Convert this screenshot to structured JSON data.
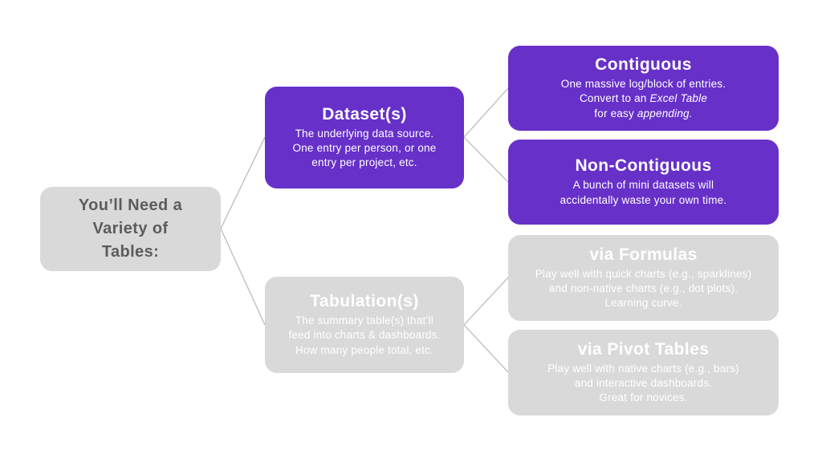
{
  "colors": {
    "accent_purple": "#6730c9",
    "node_gray": "#d9d9d9",
    "connector_gray": "#c4c4c4",
    "root_text_gray": "#5c5c5c"
  },
  "root": {
    "line1": "You’ll Need a",
    "line2": "Variety of",
    "line3": "Tables:"
  },
  "dataset": {
    "title": "Dataset(s)",
    "body1": "The underlying data source.",
    "body2": "One entry per person, or one",
    "body3": "entry per project, etc."
  },
  "tabulation": {
    "title": "Tabulation(s)",
    "body1": "The summary table(s) that’ll",
    "body2": "feed into charts & dashboards.",
    "body3": "How many people total, etc."
  },
  "contiguous": {
    "title": "Contiguous",
    "body1": "One massive log/block of entries.",
    "body2_normal": "Convert to an ",
    "body2_italic": "Excel Table",
    "body3_normal": "for easy ",
    "body3_italic": "appending."
  },
  "noncontiguous": {
    "title": "Non-Contiguous",
    "body1": "A bunch of mini datasets will",
    "body2": "accidentally waste your own time."
  },
  "formulas": {
    "title": "via Formulas",
    "body1": "Play well with quick charts (e.g., sparklines)",
    "body2": "and non-native charts (e.g., dot plots).",
    "body3": "Learning curve."
  },
  "pivot": {
    "title": "via Pivot Tables",
    "body1": "Play well with native charts (e.g., bars)",
    "body2": "and interactive dashboards.",
    "body3": "Great for novices."
  }
}
